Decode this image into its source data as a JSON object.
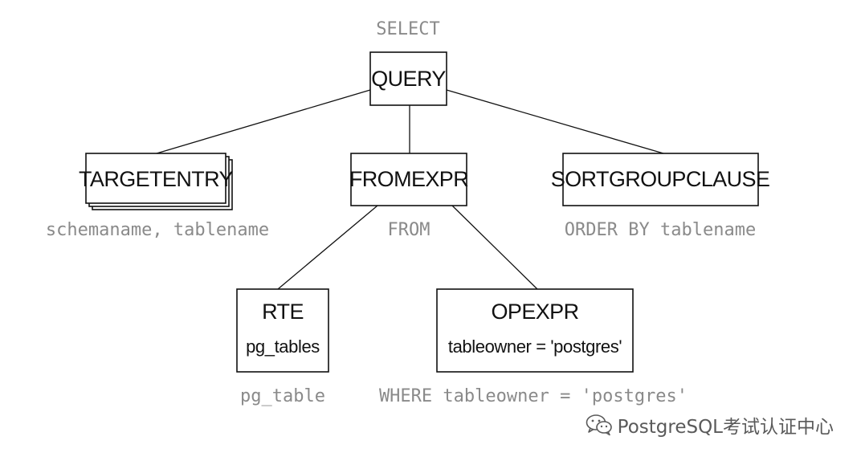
{
  "diagram": {
    "nodes": {
      "query": {
        "label": "QUERY",
        "caption": "SELECT"
      },
      "targetentry": {
        "label": "TARGETENTRY",
        "caption": "schemaname, tablename"
      },
      "fromexpr": {
        "label": "FROMEXPR",
        "caption": "FROM"
      },
      "sortgroupclause": {
        "label": "SORTGROUPCLAUSE",
        "caption": "ORDER BY tablename"
      },
      "rte": {
        "label": "RTE",
        "sublabel": "pg_tables",
        "caption": "pg_table"
      },
      "opexpr": {
        "label": "OPEXPR",
        "sublabel": "tableowner = 'postgres'",
        "caption": "WHERE tableowner = 'postgres'"
      }
    }
  },
  "watermark": {
    "text": "PostgreSQL考试认证中心",
    "icon": "wechat-icon"
  },
  "colors": {
    "node_stroke": "#111111",
    "caption_text": "#8a8a8a",
    "watermark_text": "#5a5a5a"
  }
}
